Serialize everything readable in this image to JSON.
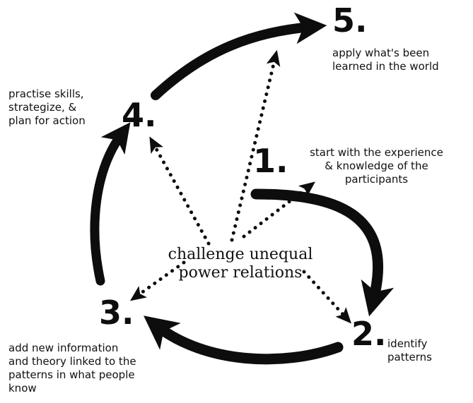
{
  "center_text": "challenge unequal\npower relations",
  "steps": [
    {
      "number": "1.",
      "caption": "start with the experience\n& knowledge of the\nparticipants"
    },
    {
      "number": "2.",
      "caption": "identify\npatterns"
    },
    {
      "number": "3.",
      "caption": "add new information\nand theory linked to the\npatterns in what people\nknow"
    },
    {
      "number": "4.",
      "caption": "practise skills,\nstrategize, &\nplan for action"
    },
    {
      "number": "5.",
      "caption": "apply what's been\nlearned in the world"
    }
  ],
  "colors": {
    "ink": "#0d0d0d",
    "background": "#ffffff"
  }
}
